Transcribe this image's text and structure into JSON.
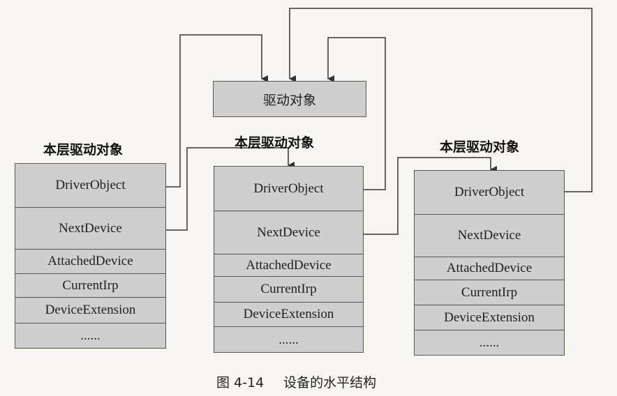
{
  "driver_object_label": "驱动对象",
  "caption": {
    "figure": "图 4-14",
    "title": "设备的水平结构"
  },
  "stacks": [
    {
      "heading": "本层驱动对象",
      "fields": [
        "DriverObject",
        "NextDevice",
        "AttachedDevice",
        "CurrentIrp",
        "DeviceExtension",
        "......"
      ]
    },
    {
      "heading": "本层驱动对象",
      "fields": [
        "DriverObject",
        "NextDevice",
        "AttachedDevice",
        "CurrentIrp",
        "DeviceExtension",
        "......"
      ]
    },
    {
      "heading": "本层驱动对象",
      "fields": [
        "DriverObject",
        "NextDevice",
        "AttachedDevice",
        "CurrentIrp",
        "DeviceExtension",
        "......"
      ]
    }
  ]
}
